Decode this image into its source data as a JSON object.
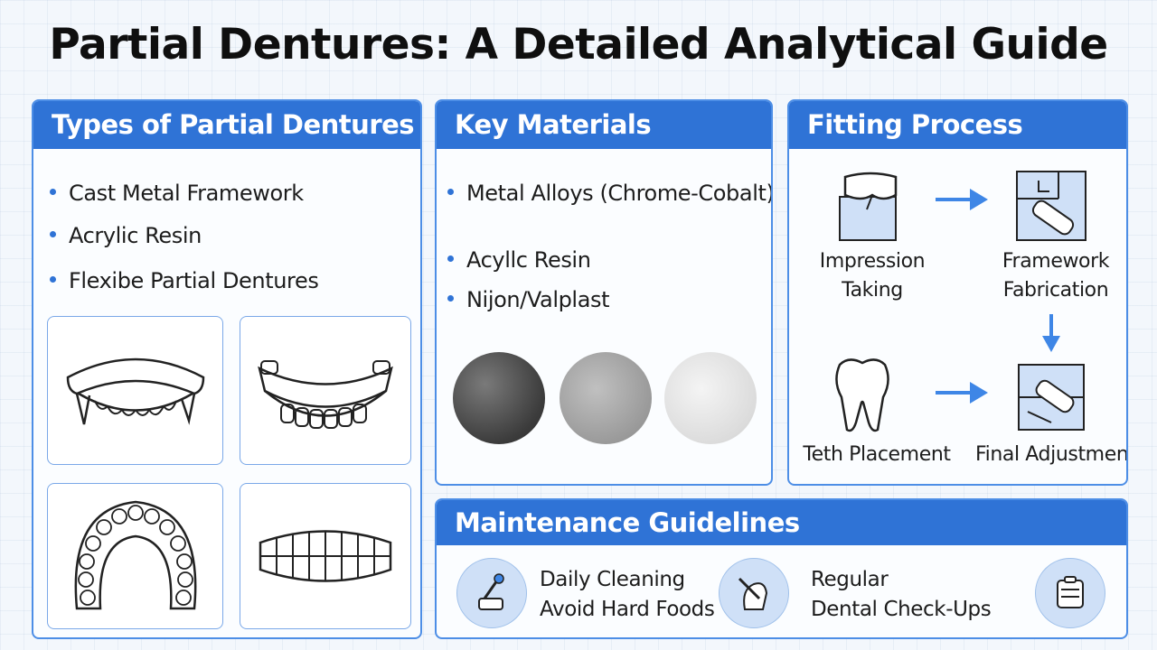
{
  "title": "Partial Dentures: A Detailed Analytical Guide",
  "types": {
    "header": "Types of Partial Dentures",
    "items": [
      "Cast Metal Framework",
      "Acrylic Resin",
      "Flexibe Partial Dentures"
    ]
  },
  "materials": {
    "header": "Key Materials",
    "items": [
      "Metal Alloys (Chrome-Cobalt)",
      "Acyllc Resin",
      "Nijon/Valplast"
    ],
    "swatch_colors": [
      "#5a5a5a",
      "#a5a5a5",
      "#e4e4e4"
    ]
  },
  "fitting": {
    "header": "Fitting Process",
    "steps": [
      {
        "line1": "Impression",
        "line2": "Taking"
      },
      {
        "line1": "Framework",
        "line2": "Fabrication"
      },
      {
        "line1": "Teth Placement",
        "line2": ""
      },
      {
        "line1": "Final Adjustment",
        "line2": ""
      }
    ]
  },
  "maintenance": {
    "header": "Maintenance Guidelines",
    "col1": {
      "line1": "Daily Cleaning",
      "line2": "Avoid Hard Foods"
    },
    "col2": {
      "line1": "Regular",
      "line2": "Dental Check-Ups"
    },
    "icons": [
      "brush-icon",
      "tools-icon",
      "denture-case-icon"
    ]
  },
  "colors": {
    "accent": "#2f73d6",
    "border": "#4d8ee6",
    "icon_fill": "#cfe0f7"
  }
}
